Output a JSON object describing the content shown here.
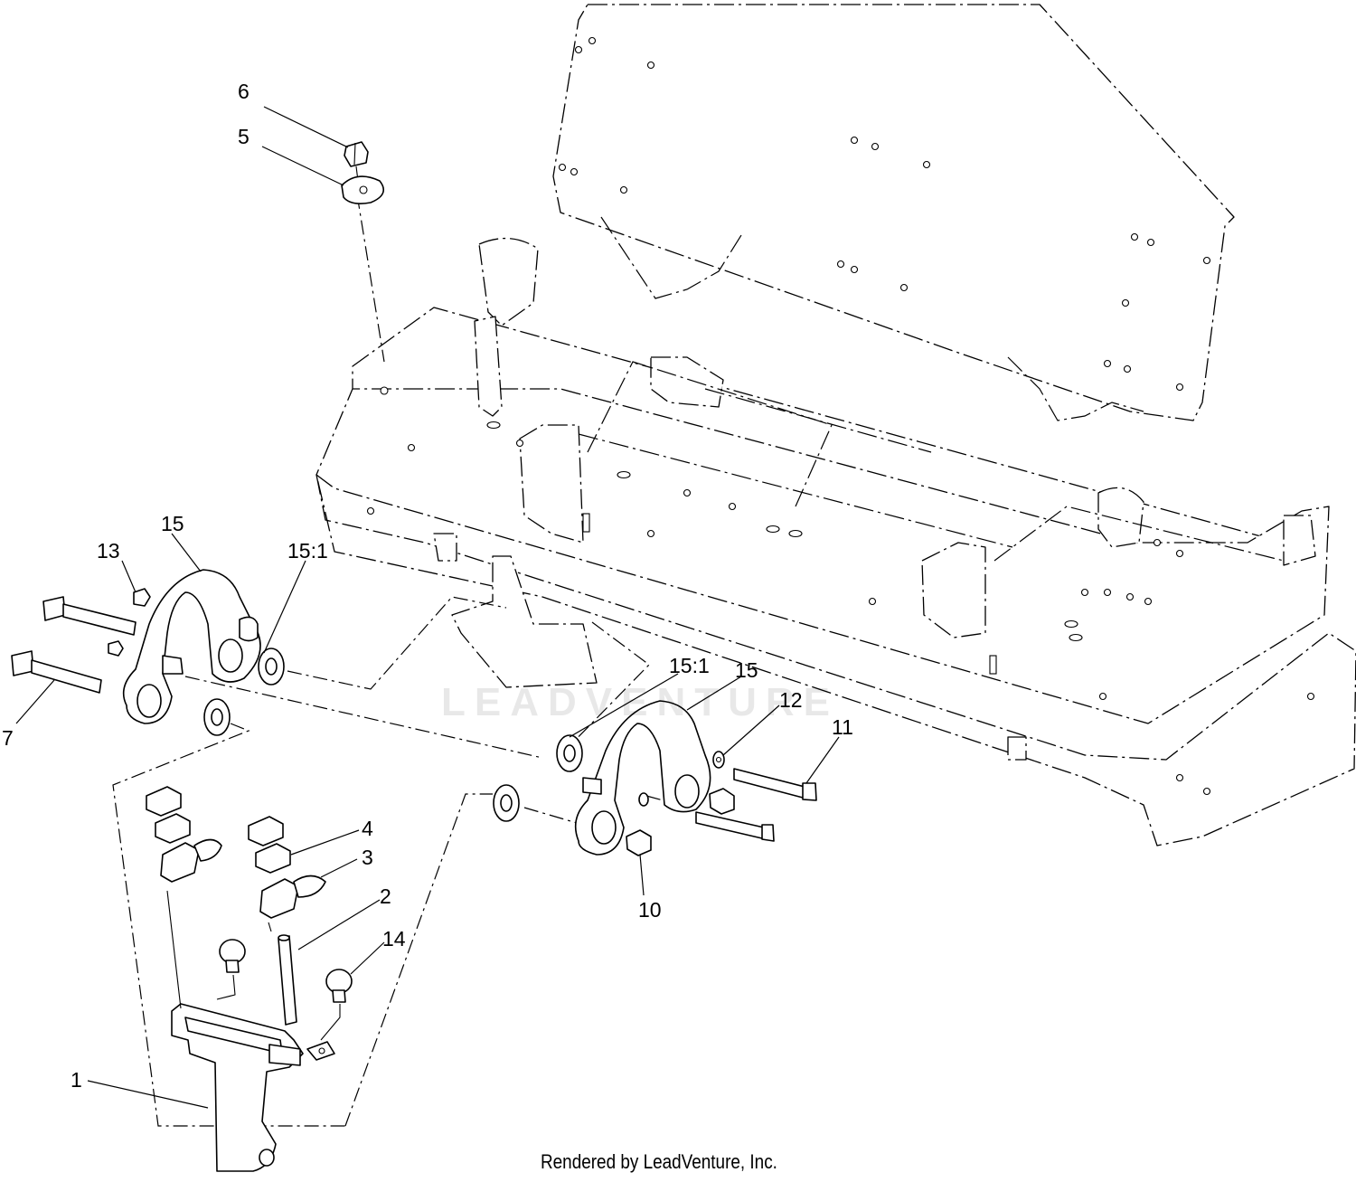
{
  "callouts": {
    "c1": "1",
    "c2": "2",
    "c3": "3",
    "c4": "4",
    "c5": "5",
    "c6": "6",
    "c7": "7",
    "c10": "10",
    "c11": "11",
    "c12": "12",
    "c13": "13",
    "c14": "14",
    "c15_left": "15",
    "c15_right": "15",
    "c151_left": "15:1",
    "c151_right": "15:1"
  },
  "footer": "Rendered by LeadVenture, Inc.",
  "watermark": "LEADVENTURE"
}
